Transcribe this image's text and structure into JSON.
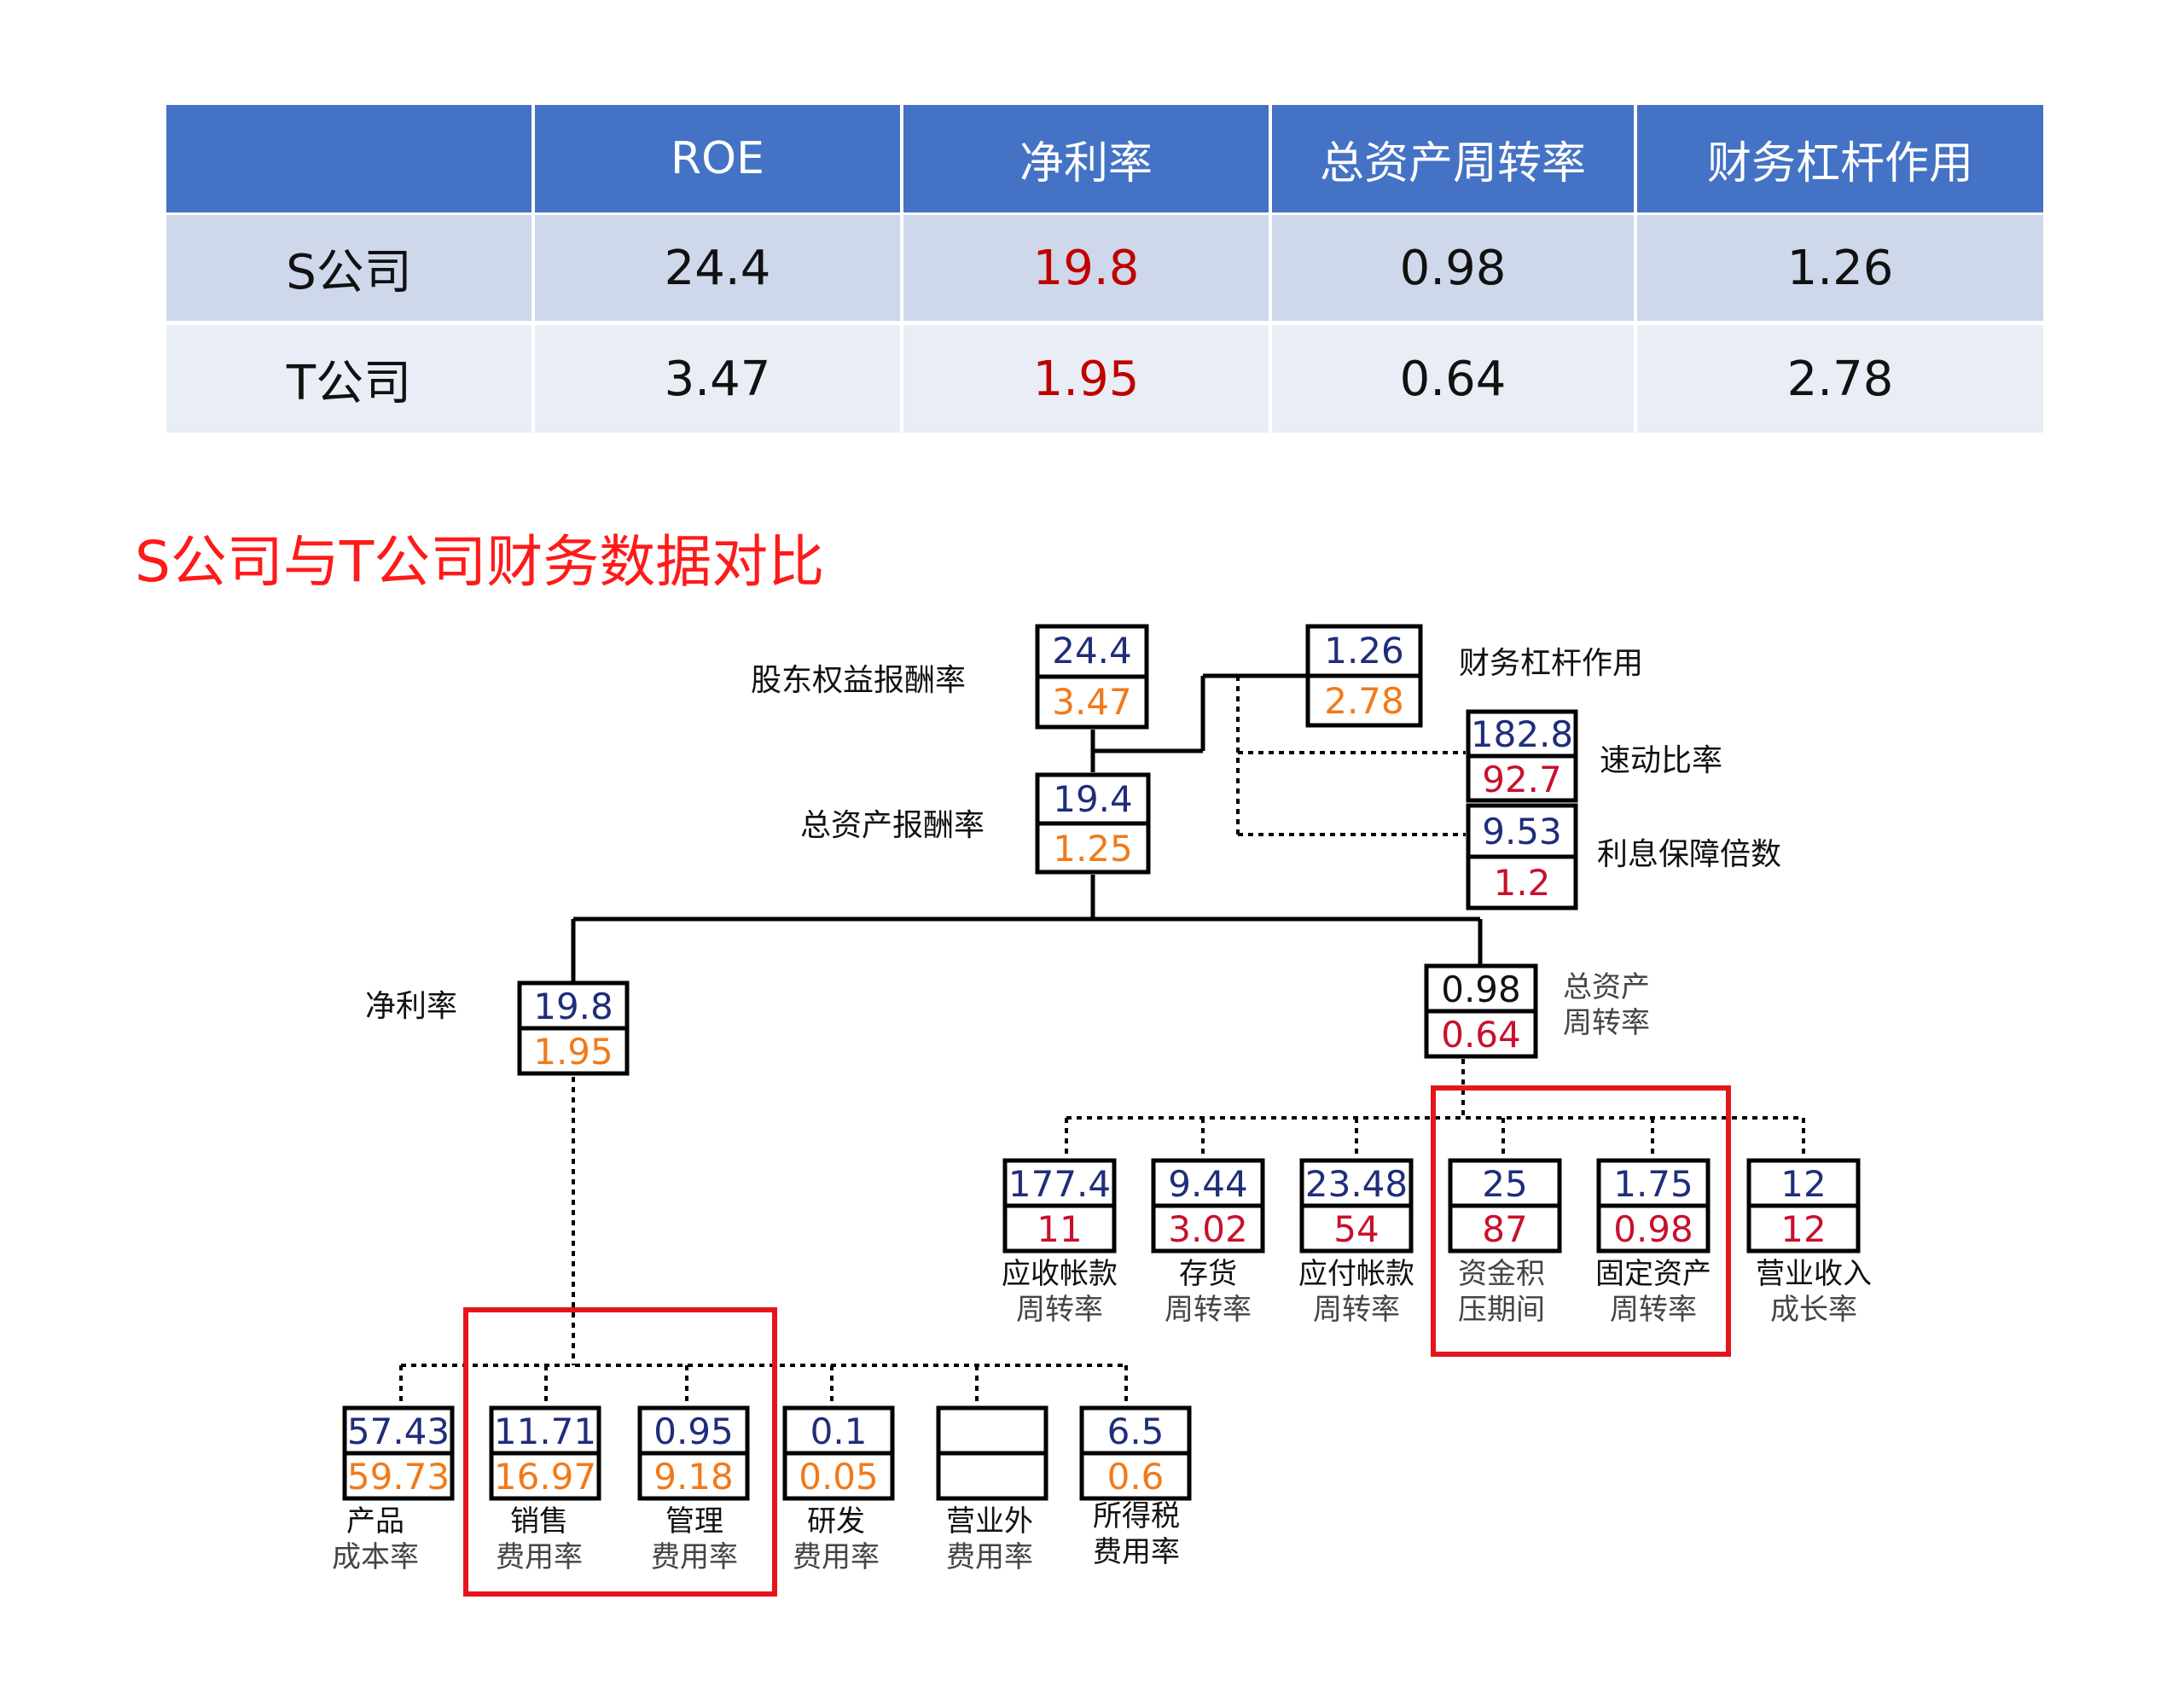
{
  "table": {
    "headers": [
      "",
      "ROE",
      "净利率",
      "总资产周转率",
      "财务杠杆作用"
    ],
    "rows": [
      {
        "name": "S公司",
        "values": [
          "24.4",
          "19.8",
          "0.98",
          "1.26"
        ]
      },
      {
        "name": "T公司",
        "values": [
          "3.47",
          "1.95",
          "0.64",
          "2.78"
        ]
      }
    ],
    "colors": {
      "header_bg": "#4472c4",
      "row1_bg": "#cfd7ea",
      "row2_bg": "#e9edf5",
      "highlight": "#c00000"
    }
  },
  "section_title": "S公司与T公司财务数据对比",
  "tree": {
    "colors": {
      "s_value": "#1f2d7a",
      "t_value_orange": "#f07a1a",
      "t_value_red": "#c8102e",
      "highlight_box": "#e8141c"
    },
    "roe": {
      "label": "股东权益报酬率",
      "s": "24.4",
      "t": "3.47"
    },
    "leverage": {
      "label": "财务杠杆作用",
      "s": "1.26",
      "t": "2.78"
    },
    "quick_ratio": {
      "label": "速动比率",
      "s": "182.8",
      "t": "92.7"
    },
    "interest_coverage": {
      "label": "利息保障倍数",
      "s": "9.53",
      "t": "1.2"
    },
    "roa": {
      "label": "总资产报酬率",
      "s": "19.4",
      "t": "1.25"
    },
    "net_margin": {
      "label": "净利率",
      "s": "19.8",
      "t": "1.95"
    },
    "asset_turnover": {
      "label1": "总资产",
      "label2": "周转率",
      "s": "0.98",
      "t": "0.64"
    },
    "turnover_items": [
      {
        "l1": "应收帐款",
        "l2": "周转率",
        "s": "177.4",
        "t": "11"
      },
      {
        "l1": "存货",
        "l2": "周转率",
        "s": "9.44",
        "t": "3.02"
      },
      {
        "l1": "应付帐款",
        "l2": "周转率",
        "s": "23.48",
        "t": "54"
      },
      {
        "l1": "资金积",
        "l2": "压期间",
        "s": "25",
        "t": "87"
      },
      {
        "l1": "固定资产",
        "l2": "周转率",
        "s": "1.75",
        "t": "0.98"
      },
      {
        "l1": "营业收入",
        "l2": "成长率",
        "s": "12",
        "t": "12"
      }
    ],
    "expense_items": [
      {
        "l1": "产品",
        "l2": "成本率",
        "s": "57.43",
        "t": "59.73"
      },
      {
        "l1": "销售",
        "l2": "费用率",
        "s": "11.71",
        "t": "16.97"
      },
      {
        "l1": "管理",
        "l2": "费用率",
        "s": "0.95",
        "t": "9.18"
      },
      {
        "l1": "研发",
        "l2": "费用率",
        "s": "0.1",
        "t": "0.05"
      },
      {
        "l1": "营业外",
        "l2": "费用率",
        "s": "",
        "t": ""
      },
      {
        "l1": "所得税",
        "l2": "费用率",
        "s": "6.5",
        "t": "0.6"
      }
    ]
  }
}
